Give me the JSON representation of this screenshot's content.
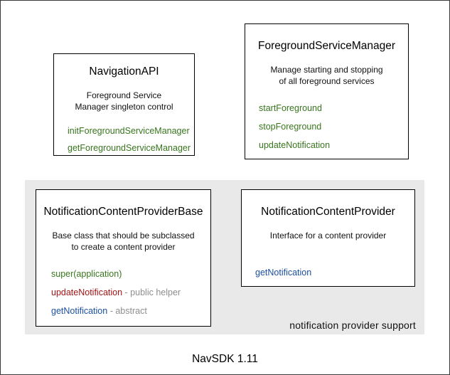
{
  "caption": "NavSDK 1.11",
  "colors": {
    "method_green": "#38761d",
    "method_red": "#a31414",
    "method_blue": "#1b4fa0",
    "annotation_gray": "#8e8e8e",
    "region_background": "#e9e9e9",
    "box_border": "#000000"
  },
  "region": {
    "label": "notification provider support"
  },
  "boxes": {
    "navigation_api": {
      "title": "NavigationAPI",
      "description_line1": "Foreground Service",
      "description_line2": "Manager singleton control",
      "methods": [
        "initForegroundServiceManager",
        "getForegroundServiceManager"
      ]
    },
    "foreground_service_manager": {
      "title": "ForegroundServiceManager",
      "description_line1": "Manage starting and stopping",
      "description_line2": "of all foreground services",
      "methods": [
        "startForeground",
        "stopForeground",
        "updateNotification"
      ]
    },
    "notification_content_provider_base": {
      "title": "NotificationContentProviderBase",
      "description_line1": "Base class that should be subclassed",
      "description_line2": "to create a content provider",
      "methods": [
        {
          "name": "super(application)",
          "color": "green",
          "suffix": ""
        },
        {
          "name": "updateNotification",
          "color": "red",
          "suffix": " - public helper"
        },
        {
          "name": "getNotification",
          "color": "blue",
          "suffix": " - abstract"
        }
      ]
    },
    "notification_content_provider": {
      "title": "NotificationContentProvider",
      "description_line1": "Interface for a content provider",
      "methods": [
        {
          "name": "getNotification",
          "color": "blue",
          "suffix": ""
        }
      ]
    }
  }
}
